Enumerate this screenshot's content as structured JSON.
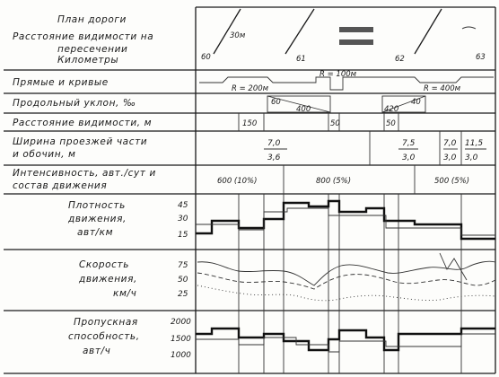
{
  "rows": {
    "plan": {
      "label_lines": [
        "План дороги",
        "Расстояние видимости на",
        "пересечении",
        "Километры"
      ],
      "visibility": "30м",
      "km": [
        "60",
        "61",
        "62",
        "63"
      ]
    },
    "alignment": {
      "label": "Прямые и кривые",
      "curves": [
        "R = 200м",
        "R = 100м",
        "R = 400м"
      ]
    },
    "grade": {
      "label": "Продольный уклон, ‰",
      "values": [
        "60",
        "400",
        "420",
        "40"
      ]
    },
    "sight": {
      "label": "Расстояние видимости, м",
      "values": [
        "150",
        "50",
        "50"
      ]
    },
    "width": {
      "label_lines": [
        "Ширина проезжей части",
        "и обочин, м"
      ],
      "values": [
        {
          "num": "7,0",
          "den": "3,6"
        },
        {
          "num": "7,5",
          "den": "3,0"
        },
        {
          "num": "7,0",
          "den": "3,0"
        },
        {
          "num": "11,5",
          "den": "3,0"
        }
      ]
    },
    "traffic": {
      "label_lines": [
        "Интенсивность, авт./сут и",
        "состав движения"
      ],
      "values": [
        "600 (10%)",
        "800 (5%)",
        "500 (5%)"
      ]
    },
    "density": {
      "label_lines": [
        "Плотность",
        "движения,",
        "авт/км"
      ],
      "ticks": [
        "45",
        "30",
        "15"
      ]
    },
    "speed": {
      "label_lines": [
        "Скорость",
        "движения,",
        "км/ч"
      ],
      "ticks": [
        "75",
        "50",
        "25"
      ]
    },
    "capacity": {
      "label_lines": [
        "Пропускная",
        "способность,",
        "авт/ч"
      ],
      "ticks": [
        "2000",
        "1500",
        "1000"
      ]
    }
  }
}
